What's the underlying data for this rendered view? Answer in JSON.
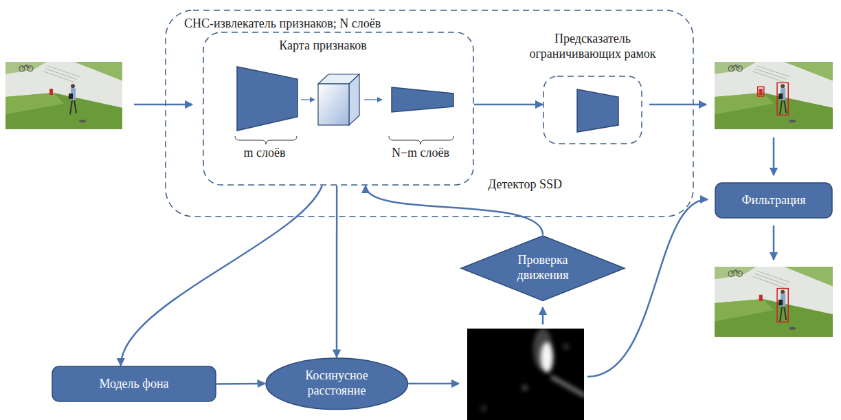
{
  "diagram": {
    "nodes": [
      {
        "text": [
          "Детектор SSD"
        ]
      },
      {
        "text": [
          "СНС-извлекатель признаков; N слоёв",
          "Карта признаков",
          "m слоёв",
          "N−m слоёв"
        ],
        "in": 0
      },
      {
        "text": [
          "Предсказатель ограничивающих рамок"
        ],
        "in": 0
      },
      {
        "text": [
          "Модель фона"
        ]
      },
      {
        "text": [
          "Косинусное расстояние"
        ]
      },
      {
        "text": [
          "Проверка движения"
        ]
      },
      {
        "text": [
          "Фильтрация"
        ]
      }
    ],
    "edges": [
      {
        "from": 1,
        "to": 2,
        "arrow": "to"
      },
      {
        "from": 1,
        "to": 3,
        "arrow": "to"
      },
      {
        "from": 1,
        "to": 4,
        "arrow": "to"
      },
      {
        "from": 3,
        "to": 4,
        "arrow": "to"
      },
      {
        "from": 5,
        "to": 1,
        "arrow": "to"
      }
    ]
  }
}
